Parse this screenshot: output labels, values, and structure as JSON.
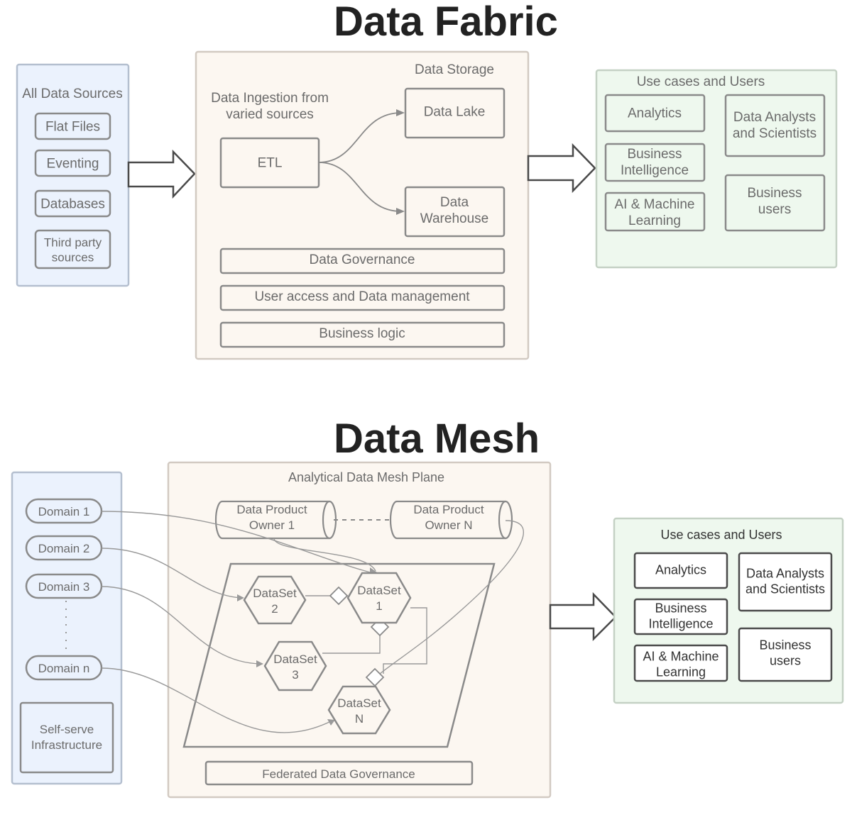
{
  "fabric": {
    "title": "Data Fabric",
    "sources": {
      "title": "All Data Sources",
      "items": [
        {
          "lines": [
            "Flat Files"
          ]
        },
        {
          "lines": [
            "Eventing"
          ]
        },
        {
          "lines": [
            "Databases"
          ]
        },
        {
          "lines": [
            "Third party",
            "sources"
          ]
        }
      ]
    },
    "storage": {
      "title": "Data Storage",
      "ingestion_label": [
        "Data Ingestion from",
        "varied sources"
      ],
      "etl": [
        "ETL"
      ],
      "lake": [
        "Data Lake"
      ],
      "warehouse": [
        "Data",
        "Warehouse"
      ],
      "bars": [
        "Data Governance",
        "User access and Data management",
        "Business logic"
      ]
    },
    "usecases": {
      "title": "Use cases and Users",
      "items": [
        {
          "lines": [
            "Analytics"
          ]
        },
        {
          "lines": [
            "Data Analysts",
            "and Scientists"
          ]
        },
        {
          "lines": [
            "Business",
            "Intelligence"
          ]
        },
        {
          "lines": [
            "Business",
            "users"
          ]
        },
        {
          "lines": [
            "AI & Machine",
            "Learning"
          ]
        }
      ]
    }
  },
  "mesh": {
    "title": "Data Mesh",
    "domains": [
      "Domain 1",
      "Domain 2",
      "Domain 3",
      "Domain n"
    ],
    "infra": [
      "Self-serve",
      "Infrastructure"
    ],
    "plane": {
      "title": "Analytical Data Mesh Plane",
      "owners": [
        [
          "Data Product",
          "Owner 1"
        ],
        [
          "Data Product",
          "Owner N"
        ]
      ],
      "datasets": [
        [
          "DataSet",
          "1"
        ],
        [
          "DataSet",
          "2"
        ],
        [
          "DataSet",
          "3"
        ],
        [
          "DataSet",
          "N"
        ]
      ],
      "governance": "Federated Data Governance"
    },
    "usecases": {
      "title": "Use cases and Users",
      "items": [
        {
          "lines": [
            "Analytics"
          ]
        },
        {
          "lines": [
            "Data Analysts",
            "and Scientists"
          ]
        },
        {
          "lines": [
            "Business",
            "Intelligence"
          ]
        },
        {
          "lines": [
            "Business",
            "users"
          ]
        },
        {
          "lines": [
            "AI & Machine",
            "Learning"
          ]
        }
      ]
    }
  },
  "colors": {
    "sources_fill": "#ebf2fd",
    "storage_fill": "#fcf7f1",
    "usecases_fill": "#eef8ee",
    "outline": "#8a8a8a",
    "title_text": "#222222"
  }
}
